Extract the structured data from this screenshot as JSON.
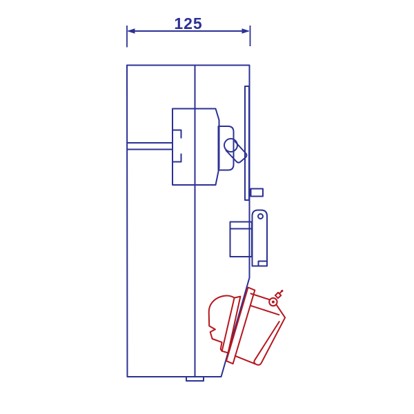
{
  "drawing": {
    "dimension_label": "125",
    "colors": {
      "primary_line": "#2b3194",
      "accent_line": "#b5161d",
      "background": "#ffffff"
    },
    "parts": {
      "dimension": "overall width 125",
      "enclosure": "enclosure side profile",
      "switch": "rotary interlock handle",
      "rail": "mounting rail and latch",
      "hinge": "hinge bracket with pivot",
      "socket": "tilted socket with open lid"
    }
  }
}
